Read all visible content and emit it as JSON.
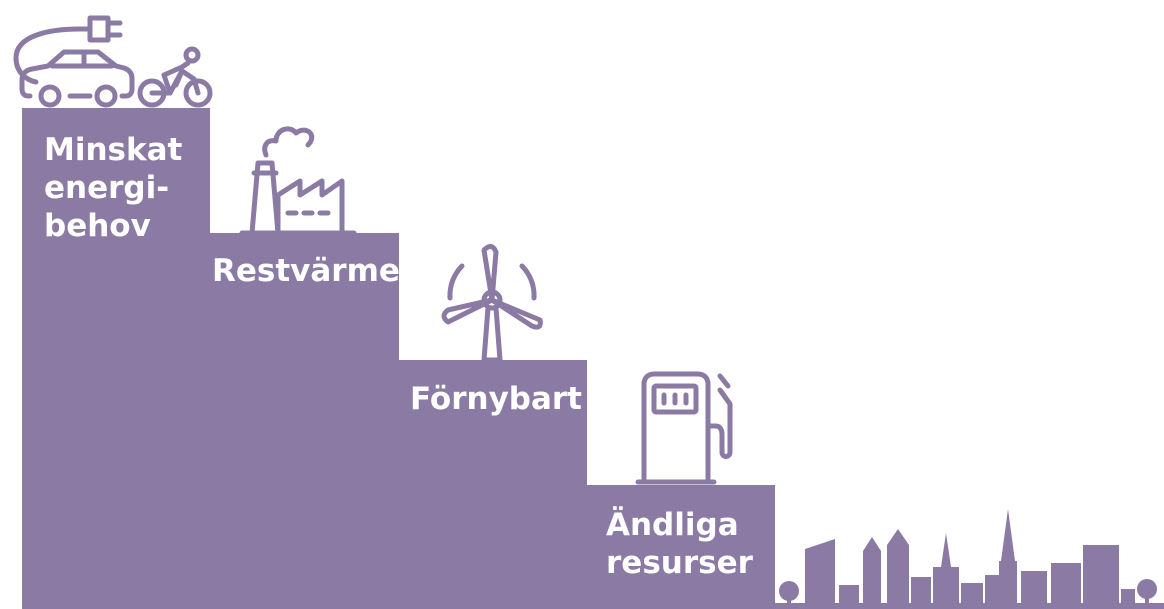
{
  "colors": {
    "step_fill": "#8b7ba4",
    "icon_stroke": "#8b7ba4",
    "label_text": "#ffffff",
    "background": "#ffffff"
  },
  "steps": [
    {
      "label_lines": [
        "Minskat",
        "energi-",
        "behov"
      ],
      "icons": [
        "electric-car-icon",
        "cyclist-icon"
      ]
    },
    {
      "label_lines": [
        "Restvärme"
      ],
      "icons": [
        "factory-icon"
      ]
    },
    {
      "label_lines": [
        "Förnybart"
      ],
      "icons": [
        "wind-turbine-icon"
      ]
    },
    {
      "label_lines": [
        "Ändliga",
        "resurser"
      ],
      "icons": [
        "fuel-pump-icon"
      ]
    }
  ],
  "skyline": {
    "icon": "city-skyline-icon"
  }
}
